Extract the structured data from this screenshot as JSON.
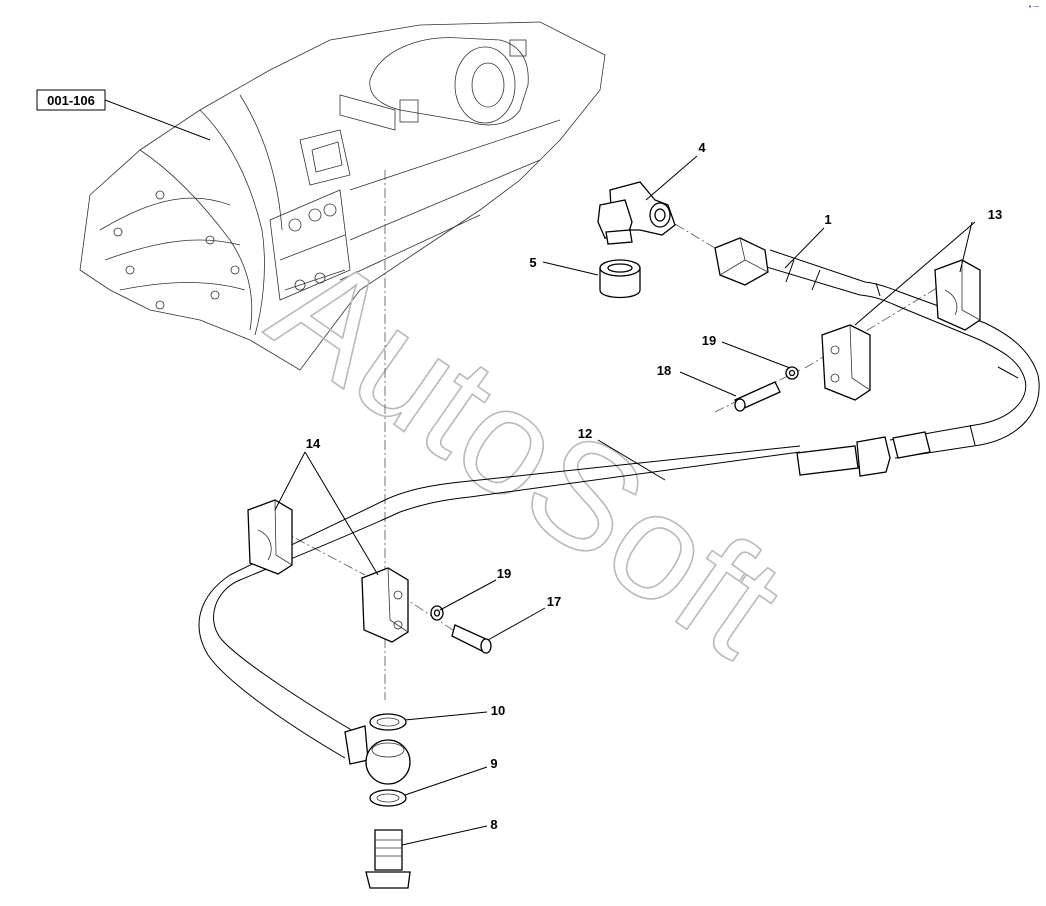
{
  "reference_box": {
    "label": "001-106"
  },
  "watermark": "AutoSoft",
  "corner_mark": "•·─",
  "callouts": {
    "c1": "1",
    "c4": "4",
    "c5": "5",
    "c8": "8",
    "c9": "9",
    "c10": "10",
    "c12": "12",
    "c13": "13",
    "c14": "14",
    "c17": "17",
    "c18": "18",
    "c19a": "19",
    "c19b": "19"
  }
}
